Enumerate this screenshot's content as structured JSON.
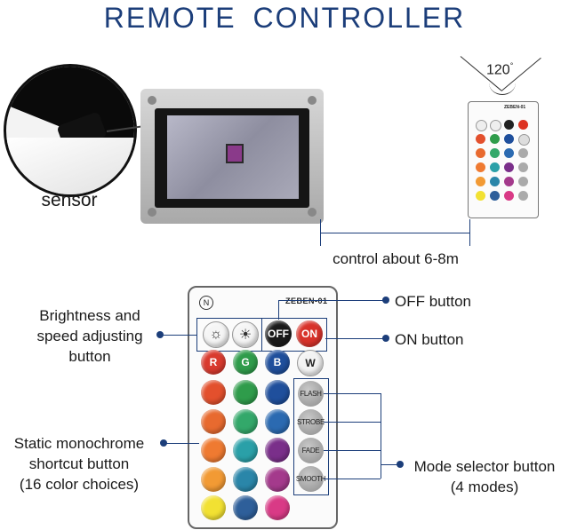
{
  "title": "REMOTE  CONTROLLER",
  "sensor_label": "sensor",
  "angle_label": "120",
  "angle_unit": "°",
  "distance_label": "control about 6-8m",
  "remote_brand": "ZEBEN-01",
  "small_remote_brand": "ZEBEN-01",
  "buttons": {
    "off": "OFF",
    "on": "ON",
    "r": "R",
    "g": "G",
    "b": "B",
    "w": "W",
    "flash": "FLASH",
    "strobe": "STROBE",
    "fade": "FADE",
    "smooth": "SMOOTH"
  },
  "callouts": {
    "brightness_line1": "Brightness and",
    "brightness_line2": "speed adjusting",
    "brightness_line3": "button",
    "off_button": "OFF button",
    "on_button": "ON button",
    "static_line1": "Static monochrome",
    "static_line2": "shortcut button",
    "static_line3": "(16 color choices)",
    "mode_line1": "Mode selector button",
    "mode_line2": "(4 modes)"
  },
  "colors": {
    "title": "#1c3e7a",
    "callout_line": "#1c3e7a",
    "grid": [
      [
        "#e3502d",
        "#2f9c4b",
        "#1f4f9c"
      ],
      [
        "#e86a2f",
        "#33a86a",
        "#2b6ab1"
      ],
      [
        "#ef7a31",
        "#2aa0a8",
        "#7a2f8a"
      ],
      [
        "#f29a34",
        "#2a86a9",
        "#a43a8c"
      ],
      [
        "#f2e132",
        "#2e5f9a",
        "#d93a86"
      ]
    ]
  }
}
